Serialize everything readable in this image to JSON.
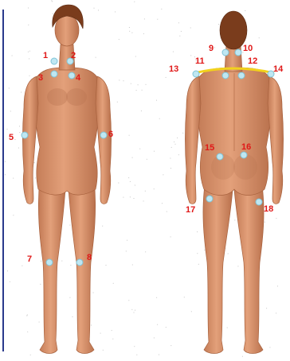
{
  "points": [
    {
      "num": "1",
      "label": "1"
    },
    {
      "num": "2",
      "label": "2"
    },
    {
      "num": "3",
      "label": "3"
    },
    {
      "num": "4",
      "label": "4"
    },
    {
      "num": "5",
      "label": "5"
    },
    {
      "num": "6",
      "label": "6"
    },
    {
      "num": "7",
      "label": "7"
    },
    {
      "num": "8",
      "label": "8"
    },
    {
      "num": "9",
      "label": "9"
    },
    {
      "num": "10",
      "label": "10"
    },
    {
      "num": "11",
      "label": "11"
    },
    {
      "num": "12",
      "label": "12"
    },
    {
      "num": "13",
      "label": "13"
    },
    {
      "num": "14",
      "label": "14"
    },
    {
      "num": "15",
      "label": "15"
    },
    {
      "num": "16",
      "label": "16"
    },
    {
      "num": "17",
      "label": "17"
    },
    {
      "num": "18",
      "label": "18"
    }
  ],
  "colors": {
    "label": "#e01818",
    "point": "#bfe7f2",
    "skin": "#d9906a",
    "hair": "#7a3c1c",
    "shoulder_line": "#f2d21c"
  }
}
